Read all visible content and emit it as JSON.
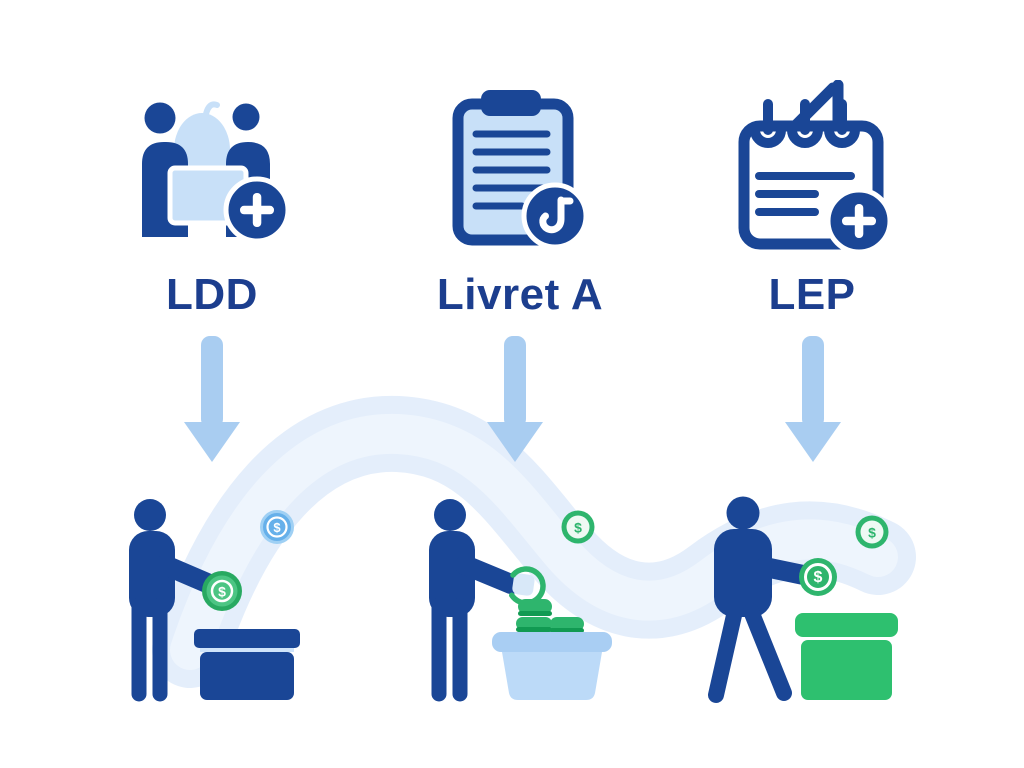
{
  "columns": [
    {
      "label": "LDD",
      "icon": "joint-account-add-icon",
      "badge": "plus",
      "scene": {
        "person": "person-depositing-coin",
        "container": "navy-deposit-box",
        "coins": [
          "green-dollar-coin",
          "blue-dollar-coin"
        ]
      }
    },
    {
      "label": "Livret A",
      "icon": "clipboard-document-icon",
      "badge": "hook",
      "scene": {
        "person": "person-depositing-coin",
        "container": "blue-basket-with-coin-stacks",
        "coins": [
          "green-dollar-coin"
        ]
      }
    },
    {
      "label": "LEP",
      "icon": "notepad-add-icon",
      "badge": "plus",
      "scene": {
        "person": "person-walking-with-coin",
        "container": "green-deposit-box",
        "coins": [
          "green-dollar-coin"
        ]
      }
    }
  ],
  "symbols": {
    "dollar": "$"
  },
  "palette": {
    "navy": "#1a4696",
    "text-navy": "#1c3e8e",
    "icon-light": "#c8e0f8",
    "arrow-blue": "#a9cdf1",
    "wave-blue": "#e4eefb",
    "wave-inner": "#eef5fd",
    "green": "#2eb56d",
    "green-dark": "#119a52",
    "green-mid": "#4cc583",
    "green-deep": "#28a961",
    "green-pale": "#eef9f3",
    "green-box": "#2ec06f",
    "basket-blue": "#bcdaf8",
    "basket-rim": "#a9cef3",
    "coin-blue": "#66b0ea",
    "coin-blue-ring": "#9fd0f4",
    "gap-line": "#cfe4fa",
    "white": "#ffffff"
  }
}
